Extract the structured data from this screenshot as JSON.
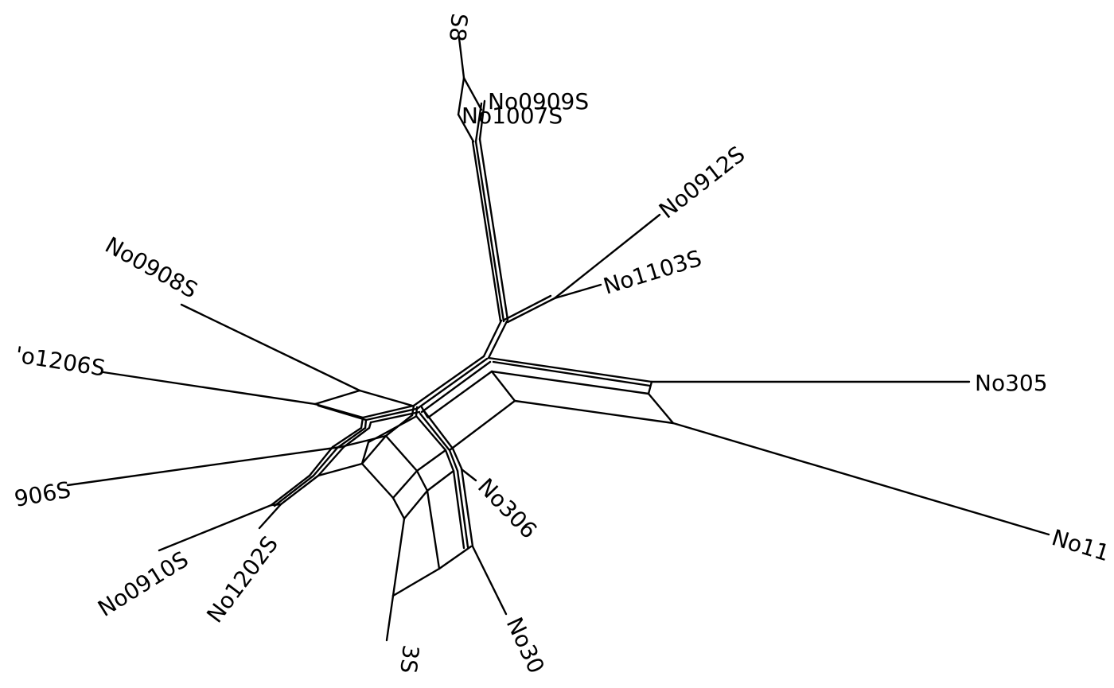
{
  "diagram": {
    "type": "splits-network",
    "style": {
      "stroke": "#000000",
      "background": "#ffffff"
    },
    "taxa": [
      {
        "id": "t1",
        "label": "S8"
      },
      {
        "id": "t2",
        "label": "No0909S"
      },
      {
        "id": "t3",
        "label": "No1007S"
      },
      {
        "id": "t4",
        "label": "No0912S"
      },
      {
        "id": "t5",
        "label": "No1103S"
      },
      {
        "id": "t6",
        "label": "No305"
      },
      {
        "id": "t7",
        "label": "No11"
      },
      {
        "id": "t8",
        "label": "No306"
      },
      {
        "id": "t9",
        "label": "No30"
      },
      {
        "id": "t10",
        "label": "3S"
      },
      {
        "id": "t11",
        "label": "No1202S"
      },
      {
        "id": "t12",
        "label": "No0910S"
      },
      {
        "id": "t13",
        "label": "906S"
      },
      {
        "id": "t14",
        "label": "'o1206S"
      },
      {
        "id": "t15",
        "label": "No0908S"
      }
    ]
  }
}
